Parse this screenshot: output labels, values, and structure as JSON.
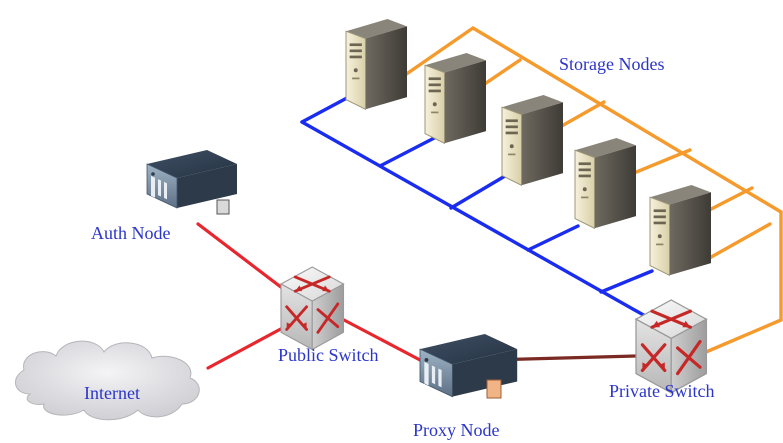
{
  "labels": {
    "storage_nodes": "Storage Nodes",
    "auth_node": "Auth Node",
    "public_switch": "Public Switch",
    "internet": "Internet",
    "proxy_node": "Proxy Node",
    "private_switch": "Private Switch"
  },
  "colors": {
    "storage_network": "#1a2cf0",
    "replication_network": "#f59a2c",
    "public_network": "#e8262e",
    "private_link": "#7a2a22",
    "label_text": "#2b35c8"
  },
  "icons": {
    "storage_server": "tower-server-icon",
    "auth_server": "rack-server-icon",
    "proxy_server": "rack-server-icon",
    "switch": "network-switch-icon",
    "internet": "cloud-icon"
  }
}
